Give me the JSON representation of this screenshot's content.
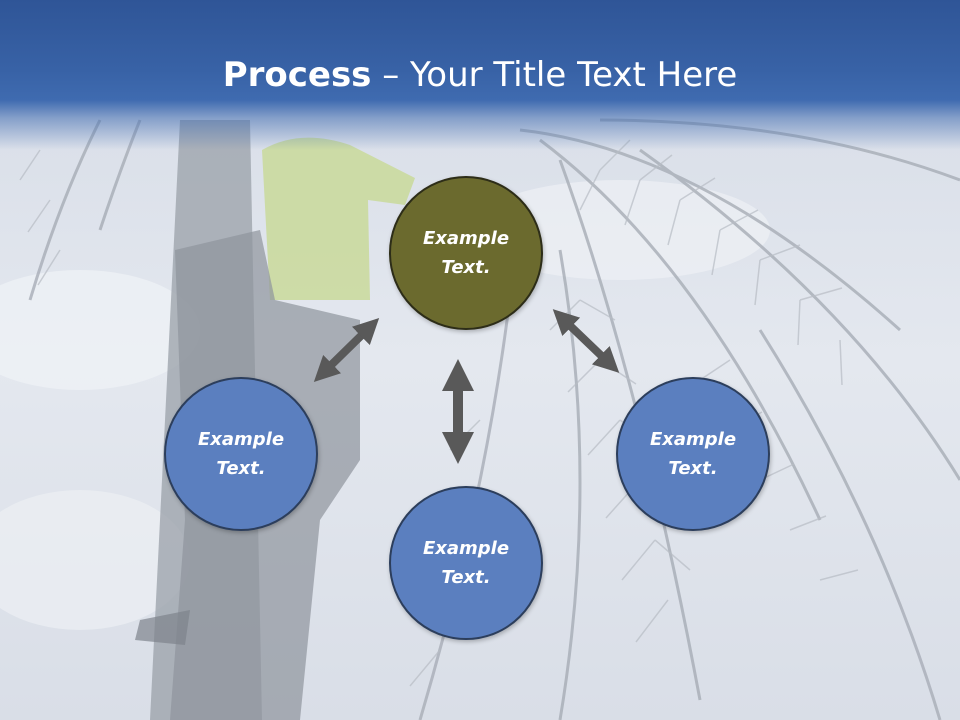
{
  "title": {
    "bold": "Process",
    "rest": " – Your Title Text Here"
  },
  "nodes": {
    "top": "Example Text.",
    "left": "Example Text.",
    "right": "Example Text.",
    "bottom": "Example Text."
  },
  "colors": {
    "title_bar": "#3862a6",
    "node_blue": "#5b7fbf",
    "node_olive": "#6b6a2e",
    "arrow": "#595959"
  },
  "icons": [
    "double-arrow-icon"
  ]
}
